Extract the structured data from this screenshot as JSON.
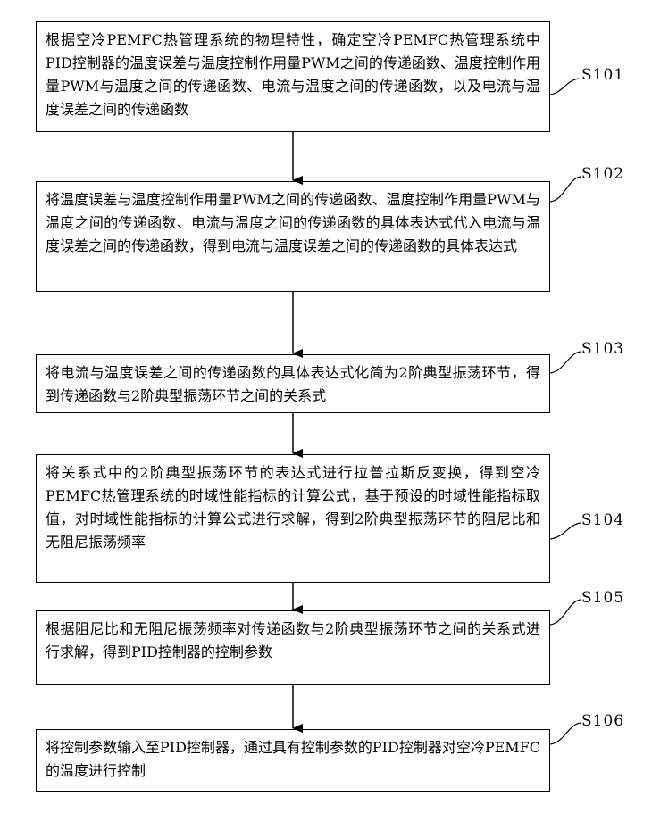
{
  "steps": [
    {
      "id": "S101",
      "text": "根据空冷PEMFC热管理系统的物理特性，确定空冷PEMFC热管理系统中PID控制器的温度误差与温度控制作用量PWM之间的传递函数、温度控制作用量PWM与温度之间的传递函数、电流与温度之间的传递函数，以及电流与温度误差之间的传递函数"
    },
    {
      "id": "S102",
      "text": "将温度误差与温度控制作用量PWM之间的传递函数、温度控制作用量PWM与温度之间的传递函数、电流与温度之间的传递函数的具体表达式代入电流与温度误差之间的传递函数，得到电流与温度误差之间的传递函数的具体表达式"
    },
    {
      "id": "S103",
      "text": "将电流与温度误差之间的传递函数的具体表达式化简为2阶典型振荡环节，得到传递函数与2阶典型振荡环节之间的关系式"
    },
    {
      "id": "S104",
      "text": "将关系式中的2阶典型振荡环节的表达式进行拉普拉斯反变换，得到空冷PEMFC热管理系统的时域性能指标的计算公式，基于预设的时域性能指标取值，对时域性能指标的计算公式进行求解，得到2阶典型振荡环节的阻尼比和无阻尼振荡频率"
    },
    {
      "id": "S105",
      "text": "根据阻尼比和无阻尼振荡频率对传递函数与2阶典型振荡环节之间的关系式进行求解，得到PID控制器的控制参数"
    },
    {
      "id": "S106",
      "text": "将控制参数输入至PID控制器，通过具有控制参数的PID控制器对空冷PEMFC的温度进行控制"
    }
  ]
}
